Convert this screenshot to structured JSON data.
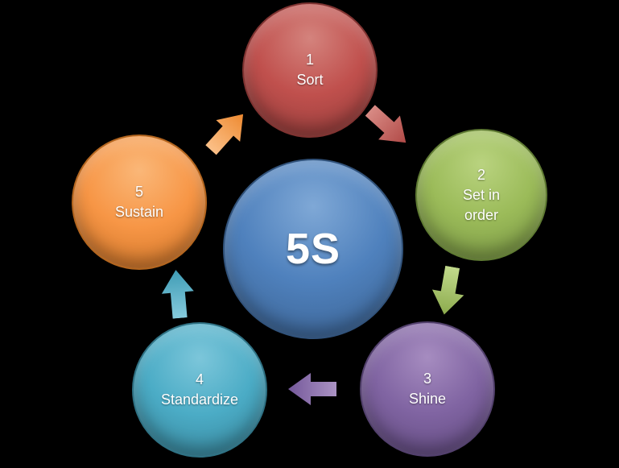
{
  "diagram": {
    "background": "#000000",
    "center": {
      "label": "5S",
      "color": "#4F81BD"
    },
    "nodes": [
      {
        "number": "1",
        "label": "Sort",
        "color": "#C0504D"
      },
      {
        "number": "2",
        "label": "Set in\norder",
        "color": "#9BBB59"
      },
      {
        "number": "3",
        "label": "Shine",
        "color": "#8064A2"
      },
      {
        "number": "4",
        "label": "Standardize",
        "color": "#4BACC6"
      },
      {
        "number": "5",
        "label": "Sustain",
        "color": "#F79646"
      }
    ],
    "arrows": [
      {
        "from": "Sort",
        "to": "Set in order",
        "color": "#C0504D"
      },
      {
        "from": "Set in order",
        "to": "Shine",
        "color": "#9BBB59"
      },
      {
        "from": "Shine",
        "to": "Standardize",
        "color": "#8064A2"
      },
      {
        "from": "Standardize",
        "to": "Sustain",
        "color": "#4BACC6"
      },
      {
        "from": "Sustain",
        "to": "Sort",
        "color": "#F79646"
      }
    ]
  }
}
